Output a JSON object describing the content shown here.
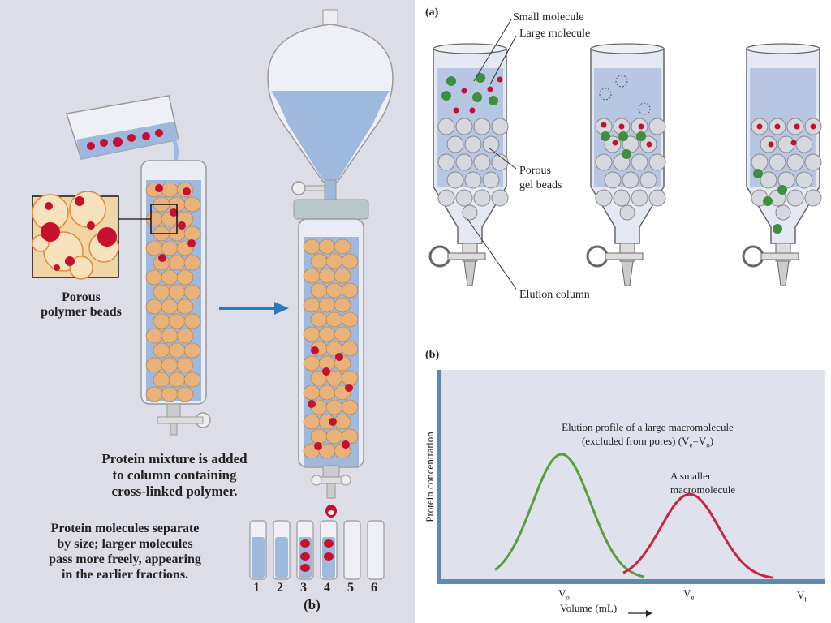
{
  "left": {
    "porous_label_1": "Porous",
    "porous_label_2": "polymer beads",
    "caption1": [
      "Protein mixture is added",
      "to column containing",
      "cross-linked polymer."
    ],
    "caption2": [
      "Protein molecules separate",
      "by size;  larger molecules",
      "pass more freely, appearing",
      "in the earlier fractions."
    ],
    "tube_numbers": [
      "1",
      "2",
      "3",
      "4",
      "5",
      "6"
    ],
    "panel_label": "(b)"
  },
  "right_top": {
    "panel_label": "(a)",
    "small_molecule": "Small molecule",
    "large_molecule": "Large molecule",
    "porous_gel_1": "Porous",
    "porous_gel_2": "gel beads",
    "elution_column": "Elution column"
  },
  "right_bottom": {
    "panel_label": "(b)",
    "ylabel": "Protein concentration",
    "xlabel": "Volume (mL)",
    "annotation_large_1": "Elution profile of a large macromolecule",
    "annotation_large_2": "(excluded from pores) (V",
    "annotation_small_1": "A smaller",
    "annotation_small_2": "macromolecule",
    "tick_vo": "V",
    "tick_ve": "V",
    "tick_vt": "V"
  },
  "colors": {
    "bead": "#e8b27a",
    "protein_red": "#c8102e",
    "liquid": "#9fb8de",
    "green_molecule": "#3d8f3d",
    "axis_blue": "#5b8bb3",
    "curve_green": "#5a9c3a",
    "curve_red": "#cc2244",
    "arrow_blue": "#2a7ac0"
  },
  "chart_data": {
    "type": "line",
    "xlabel": "Volume (mL)",
    "ylabel": "Protein concentration",
    "x_ticks": [
      "Vo",
      "Ve",
      "Vt"
    ],
    "series": [
      {
        "name": "Elution profile of a large macromolecule (excluded from pores)",
        "peak_at": "Vo",
        "relative_peak_height": 1.0
      },
      {
        "name": "A smaller macromolecule",
        "peak_at": "Ve",
        "relative_peak_height": 0.68
      }
    ],
    "grid": false
  }
}
